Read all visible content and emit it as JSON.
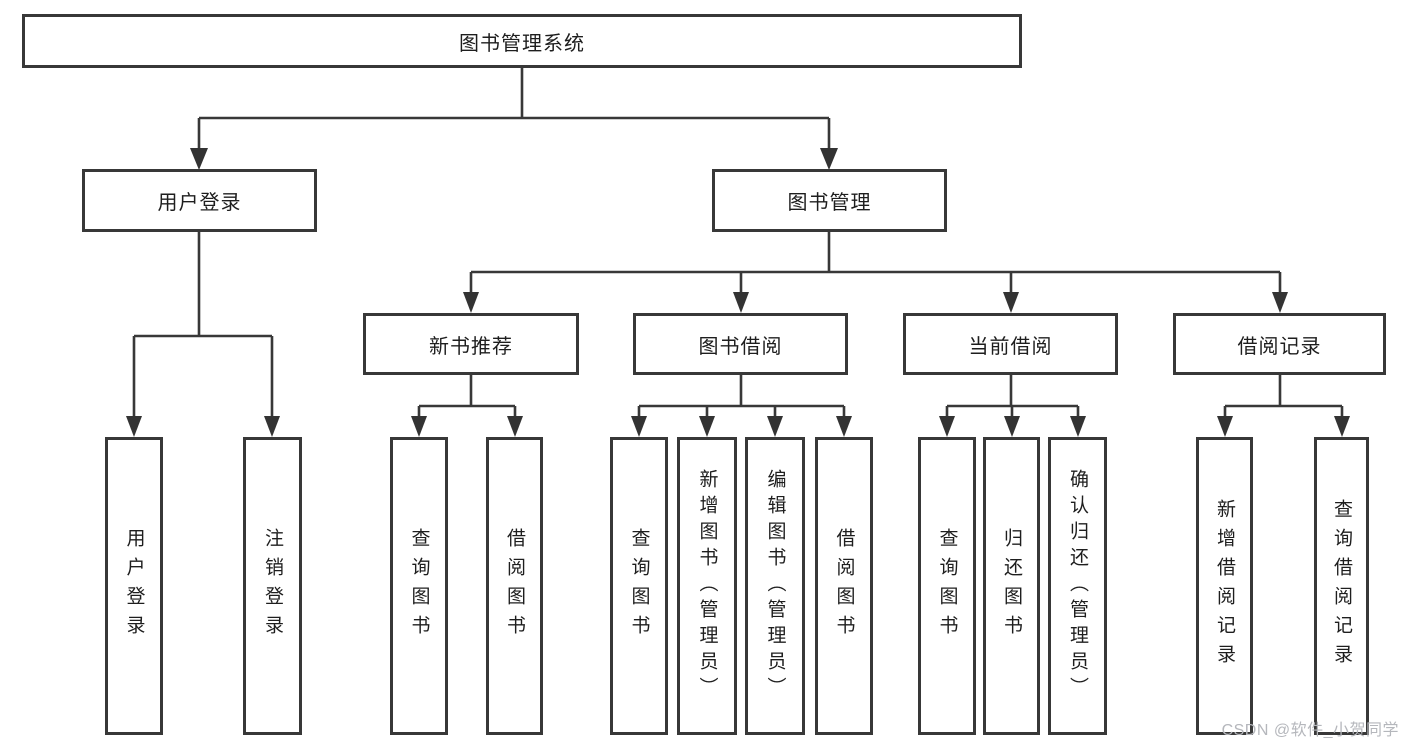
{
  "diagram": {
    "title": "图书管理系统",
    "children": [
      {
        "label": "用户登录",
        "children": [
          {
            "label": "用户登录"
          },
          {
            "label": "注销登录"
          }
        ]
      },
      {
        "label": "图书管理",
        "children": [
          {
            "label": "新书推荐",
            "children": [
              {
                "label": "查询图书"
              },
              {
                "label": "借阅图书"
              }
            ]
          },
          {
            "label": "图书借阅",
            "children": [
              {
                "label": "查询图书"
              },
              {
                "label": "新增图书（管理员）"
              },
              {
                "label": "编辑图书（管理员）"
              },
              {
                "label": "借阅图书"
              }
            ]
          },
          {
            "label": "当前借阅",
            "children": [
              {
                "label": "查询图书"
              },
              {
                "label": "归还图书"
              },
              {
                "label": "确认归还（管理员）"
              }
            ]
          },
          {
            "label": "借阅记录",
            "children": [
              {
                "label": "新增借阅记录"
              },
              {
                "label": "查询借阅记录"
              }
            ]
          }
        ]
      }
    ]
  },
  "watermark": {
    "text": "CSDN @软件_小贺同学"
  },
  "colors": {
    "background": "#ffffff",
    "box_border": "#383838",
    "connector_line": "#383838",
    "arrowhead": "#333333",
    "text": "#1e1e1e",
    "watermark_text": "#b5b7bc"
  }
}
